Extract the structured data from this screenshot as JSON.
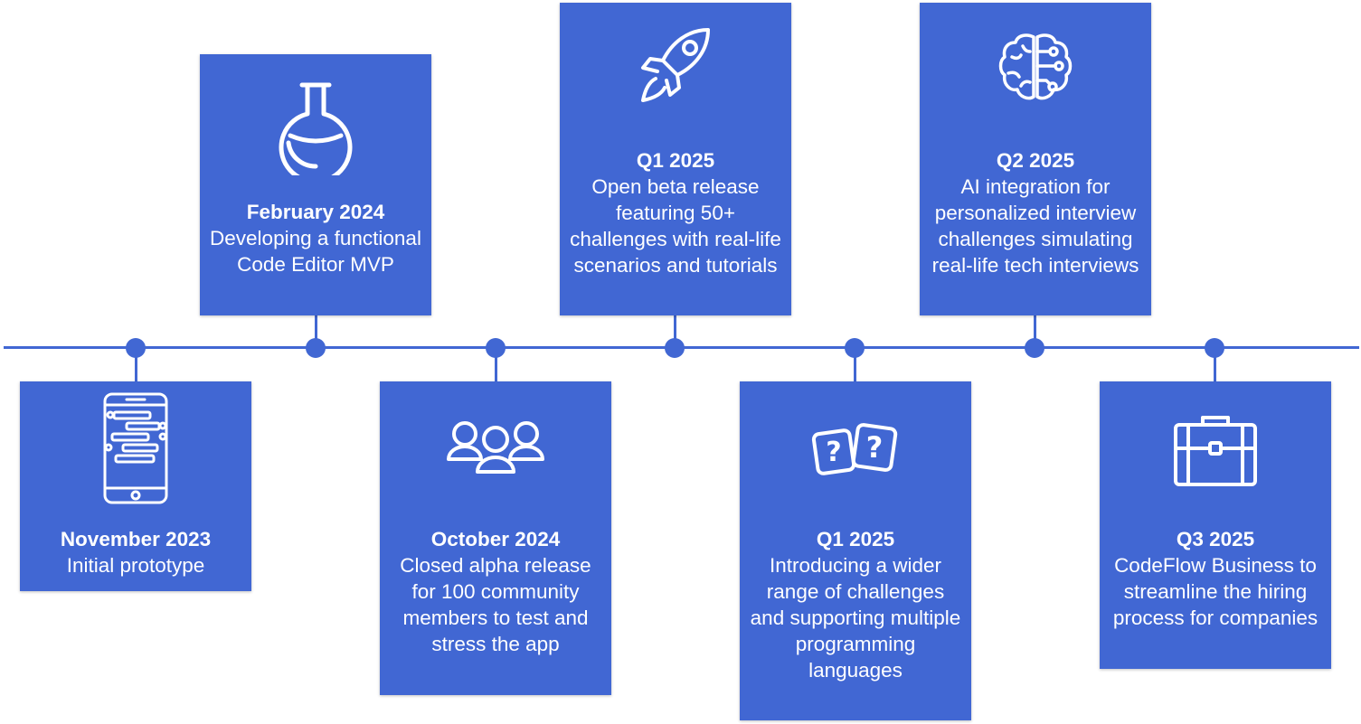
{
  "accent_color": "#4167d3",
  "milestones": [
    {
      "date": "November 2023",
      "description": "Initial prototype",
      "icon": "smartphone-chat-icon",
      "position": "below"
    },
    {
      "date": "February 2024",
      "description": "Developing a functional Code Editor MVP",
      "icon": "flask-icon",
      "position": "above"
    },
    {
      "date": "October 2024",
      "description": "Closed alpha release for 100 community members to test and stress the app",
      "icon": "users-group-icon",
      "position": "below"
    },
    {
      "date": "Q1 2025",
      "description": "Open beta release featuring 50+ challenges with real-life scenarios and tutorials",
      "icon": "rocket-icon",
      "position": "above"
    },
    {
      "date": "Q1 2025",
      "description": "Introducing a wider range of challenges and supporting multiple programming languages",
      "icon": "question-cards-icon",
      "position": "below"
    },
    {
      "date": "Q2 2025",
      "description": "AI integration for personalized interview challenges simulating real-life tech interviews",
      "icon": "ai-brain-icon",
      "position": "above"
    },
    {
      "date": "Q3 2025",
      "description": "CodeFlow Business to streamline the hiring process for companies",
      "icon": "briefcase-icon",
      "position": "below"
    }
  ]
}
